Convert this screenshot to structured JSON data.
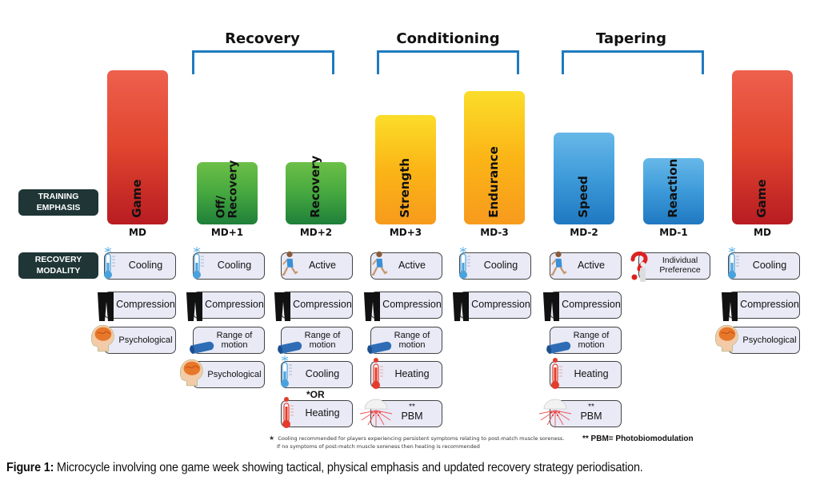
{
  "phases": [
    {
      "title": "Recovery"
    },
    {
      "title": "Conditioning"
    },
    {
      "title": "Tapering"
    }
  ],
  "row_labels": {
    "training_emphasis": "TRAINING EMPHASIS",
    "recovery_modality": "RECOVERY MODALITY"
  },
  "days": [
    {
      "label": "MD",
      "emphasis": "Game",
      "color": "#e0452f",
      "relative_load": 1.0,
      "modalities": [
        {
          "icon": "cooling-thermometer-icon",
          "label": "Cooling"
        },
        {
          "icon": "compression-garment-icon",
          "label": "Compression"
        },
        {
          "icon": "brain-head-icon",
          "label": "Psychological"
        }
      ]
    },
    {
      "label": "MD+1",
      "emphasis": "Off/ Recovery",
      "color": "#46a83f",
      "relative_load": 0.4,
      "modalities": [
        {
          "icon": "cooling-thermometer-icon",
          "label": "Cooling"
        },
        {
          "icon": "compression-garment-icon",
          "label": "Compression"
        },
        {
          "icon": "foam-roller-icon",
          "label": "Range of motion"
        },
        {
          "icon": "brain-head-icon",
          "label": "Psychological"
        }
      ]
    },
    {
      "label": "MD+2",
      "emphasis": "Recovery",
      "color": "#46a83f",
      "relative_load": 0.4,
      "modalities": [
        {
          "icon": "running-person-icon",
          "label": "Active"
        },
        {
          "icon": "compression-garment-icon",
          "label": "Compression"
        },
        {
          "icon": "foam-roller-icon",
          "label": "Range of motion"
        },
        {
          "icon": "cooling-thermometer-icon",
          "label": "Cooling"
        },
        {
          "icon": "heating-thermometer-icon",
          "label": "Heating",
          "prefix": "*OR"
        }
      ]
    },
    {
      "label": "MD+3",
      "emphasis": "Strength",
      "color": "#fbb516",
      "relative_load": 0.71,
      "modalities": [
        {
          "icon": "running-person-icon",
          "label": "Active"
        },
        {
          "icon": "compression-garment-icon",
          "label": "Compression"
        },
        {
          "icon": "foam-roller-icon",
          "label": "Range of motion"
        },
        {
          "icon": "heating-thermometer-icon",
          "label": "Heating"
        },
        {
          "icon": "light-lamp-icon",
          "label": "PBM",
          "marker": "**"
        }
      ]
    },
    {
      "label": "MD-3",
      "emphasis": "Endurance",
      "color": "#fbb516",
      "relative_load": 0.87,
      "modalities": [
        {
          "icon": "cooling-thermometer-icon",
          "label": "Cooling"
        },
        {
          "icon": "compression-garment-icon",
          "label": "Compression"
        }
      ]
    },
    {
      "label": "MD-2",
      "emphasis": "Speed",
      "color": "#3d9ad9",
      "relative_load": 0.6,
      "modalities": [
        {
          "icon": "running-person-icon",
          "label": "Active"
        },
        {
          "icon": "compression-garment-icon",
          "label": "Compression"
        },
        {
          "icon": "foam-roller-icon",
          "label": "Range of motion"
        },
        {
          "icon": "heating-thermometer-icon",
          "label": "Heating"
        },
        {
          "icon": "light-lamp-icon",
          "label": "PBM",
          "marker": "**"
        }
      ]
    },
    {
      "label": "MD-1",
      "emphasis": "Reaction",
      "color": "#3d9ad9",
      "relative_load": 0.43,
      "modalities": [
        {
          "icon": "question-mark-figure-icon",
          "label": "Individual Preference"
        }
      ]
    },
    {
      "label": "MD",
      "emphasis": "Game",
      "color": "#e0452f",
      "relative_load": 1.0,
      "modalities": [
        {
          "icon": "cooling-thermometer-icon",
          "label": "Cooling"
        },
        {
          "icon": "compression-garment-icon",
          "label": "Compression"
        },
        {
          "icon": "brain-head-icon",
          "label": "Psychological"
        }
      ]
    }
  ],
  "footnotes": {
    "cooling_note_line1": "Cooling recommended for players experiencing persistent symptoms relating to post-match muscle soreness.",
    "cooling_note_line2": "If no symptoms of post-match muscle soreness then heating is recommended",
    "star": "★",
    "pbm_note": "** PBM= Photobiomodulation"
  },
  "caption": {
    "prefix": "Figure 1:",
    "text": " Microcycle involving one game week showing tactical, physical emphasis and updated recovery strategy periodisation."
  }
}
